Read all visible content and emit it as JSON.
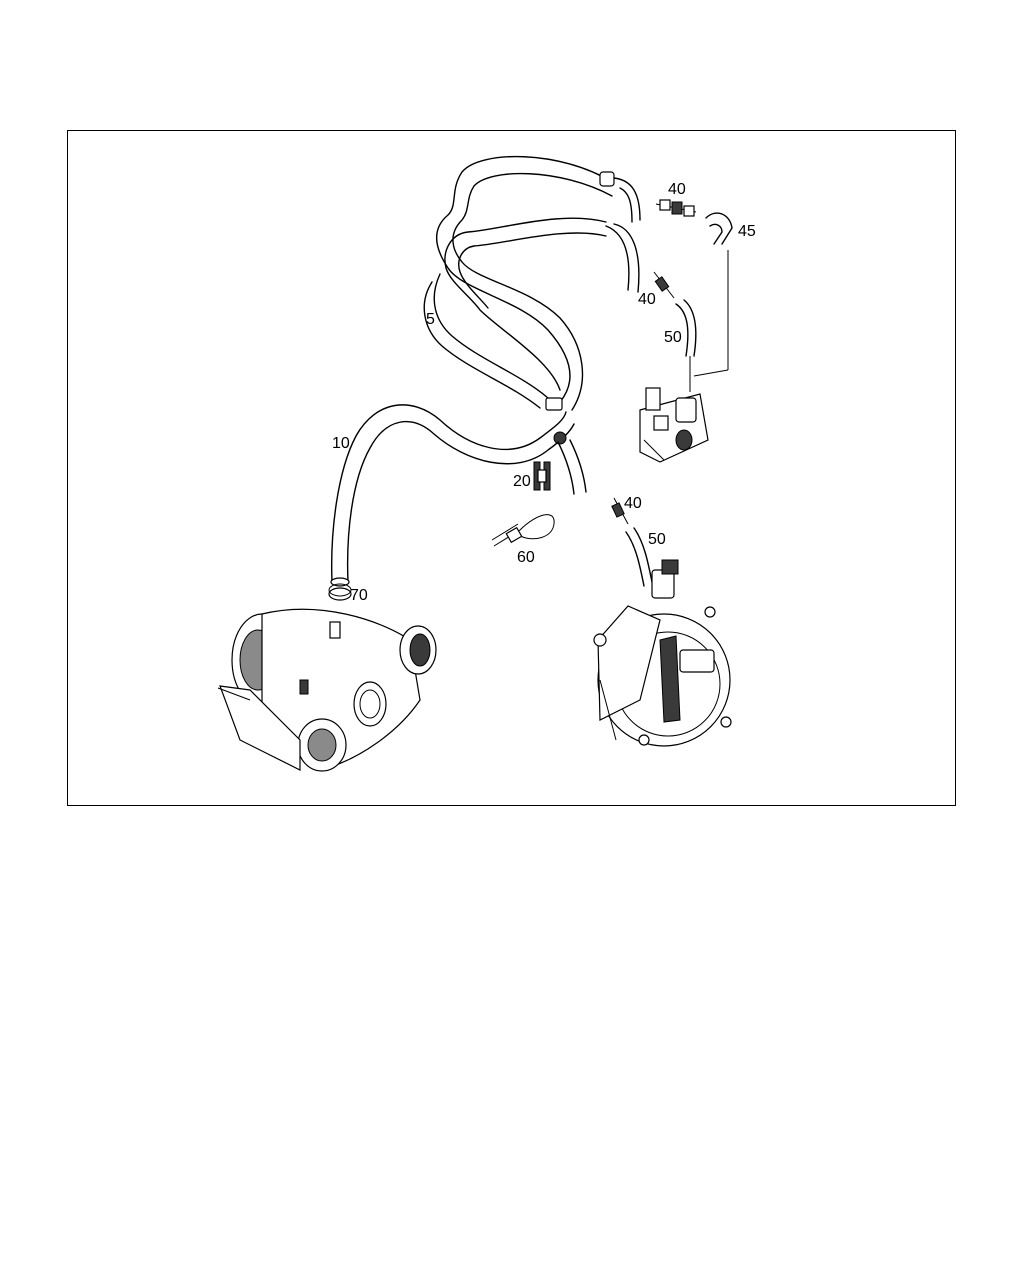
{
  "callouts": {
    "c5": "5",
    "c10": "10",
    "c20": "20",
    "c40a": "40",
    "c40b": "40",
    "c40c": "40",
    "c45": "45",
    "c50a": "50",
    "c50b": "50",
    "c60": "60",
    "c70": "70"
  },
  "colors": {
    "line": "#000000",
    "background": "#ffffff",
    "shade": "#8a8a8a"
  },
  "icons": {
    "turbocharger": "turbocharger-icon",
    "vacuum_pump": "vacuum-pump-icon",
    "pressure_transducer": "pressure-transducer-icon"
  }
}
